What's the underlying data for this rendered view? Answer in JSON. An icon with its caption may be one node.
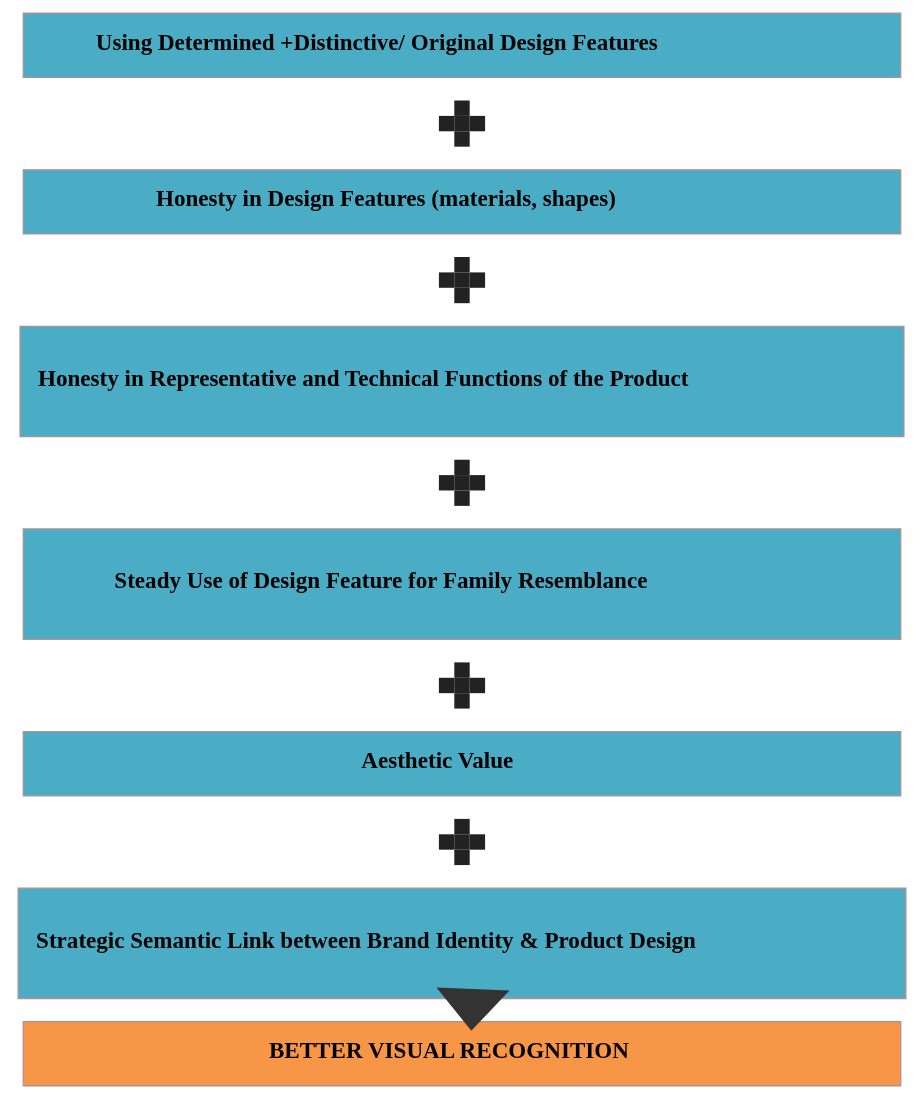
{
  "diagram": {
    "nodes": [
      {
        "text": [
          "Using Determined +Distinctive/ Original Design Features"
        ]
      },
      {
        "text": [],
        "shape": "plus"
      },
      {
        "text": [
          "Honesty in Design Features (materials, shapes)"
        ]
      },
      {
        "text": [],
        "shape": "plus"
      },
      {
        "text": [
          "Honesty in Representative and Technical Functions of the Product"
        ]
      },
      {
        "text": [],
        "shape": "plus"
      },
      {
        "text": [
          "Steady Use of Design Feature for Family Resemblance"
        ]
      },
      {
        "text": [],
        "shape": "plus"
      },
      {
        "text": [
          "Aesthetic Value"
        ]
      },
      {
        "text": [],
        "shape": "plus"
      },
      {
        "text": [
          "Strategic Semantic Link between Brand Identity & Product Design"
        ]
      },
      {
        "text": [
          "BETTER VISUAL RECOGNITION"
        ]
      }
    ],
    "edges": [
      {
        "from": 10,
        "to": 11,
        "arrow": "to",
        "style": "thick"
      }
    ]
  }
}
